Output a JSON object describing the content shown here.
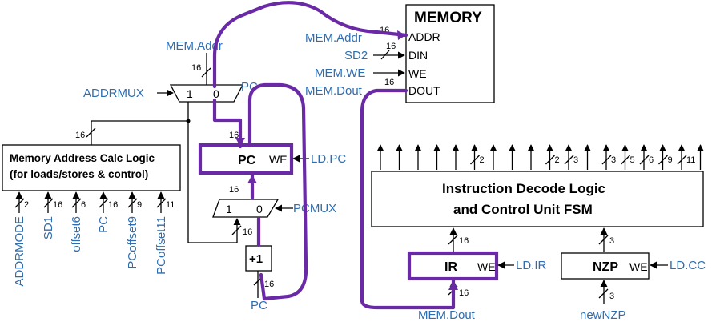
{
  "memory": {
    "title": "MEMORY",
    "ports": {
      "addr": "ADDR",
      "din": "DIN",
      "we": "WE",
      "dout": "DOUT"
    },
    "inputs": {
      "addr": "MEM.Addr",
      "din": "SD2",
      "we": "MEM.WE",
      "dout": "MEM.Dout"
    }
  },
  "addr_calc": {
    "line1": "Memory Address Calc Logic",
    "line2": "(for loads/stores & control)",
    "inputs": [
      {
        "label": "ADDRMODE",
        "width": "2"
      },
      {
        "label": "SD1",
        "width": "16"
      },
      {
        "label": "offset6",
        "width": "6"
      },
      {
        "label": "PC",
        "width": "16"
      },
      {
        "label": "PCoffset9",
        "width": "9"
      },
      {
        "label": "PCoffset11",
        "width": "11"
      }
    ],
    "out_width": "16"
  },
  "addrmux": {
    "sel": "ADDRMUX",
    "in1": "1",
    "in0": "0",
    "out_label": "MEM.Addr",
    "out_width": "16"
  },
  "pc": {
    "name": "PC",
    "we": "WE",
    "load": "LD.PC",
    "top_label": "PC",
    "in_width": "16",
    "out_width": "16"
  },
  "pcmux": {
    "sel": "PCMUX",
    "in1": "1",
    "in0": "0",
    "width": "16"
  },
  "inc": {
    "label": "+1",
    "width": "16",
    "out_label": "PC"
  },
  "decode": {
    "line1": "Instruction Decode Logic",
    "line2": "and Control Unit FSM",
    "out_widths": [
      "2",
      "2",
      "3",
      "3",
      "5",
      "6",
      "9",
      "11"
    ]
  },
  "ir": {
    "name": "IR",
    "we": "WE",
    "load": "LD.IR",
    "in_label": "MEM.Dout",
    "in_width": "16",
    "out_width": "16"
  },
  "nzp": {
    "name": "NZP",
    "we": "WE",
    "load": "LD.CC",
    "in_label": "newNZP",
    "in_width": "3",
    "out_width": "3"
  },
  "memory_widths": {
    "addr": "16",
    "din": "16",
    "dout": "16"
  }
}
